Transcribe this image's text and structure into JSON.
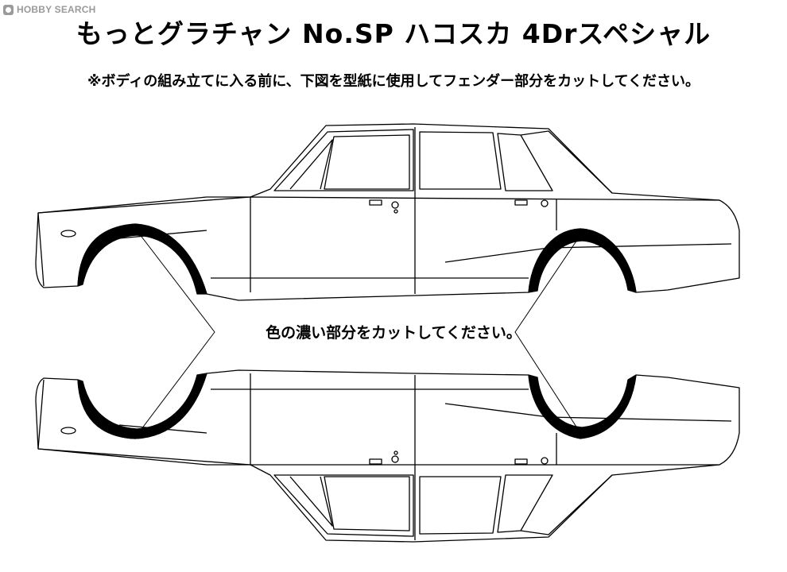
{
  "watermark": {
    "text": "HOBBY SEARCH"
  },
  "header": {
    "title": "もっとグラチャン No.SP ハコスカ 4Drスペシャル",
    "instruction": "※ボディの組み立てに入る前に、下図を型紙に使用してフェンダー部分をカットしてください。"
  },
  "diagram": {
    "caption": "色の濃い部分をカットしてください。",
    "fill_color": "#000000",
    "line_color": "#000000"
  }
}
